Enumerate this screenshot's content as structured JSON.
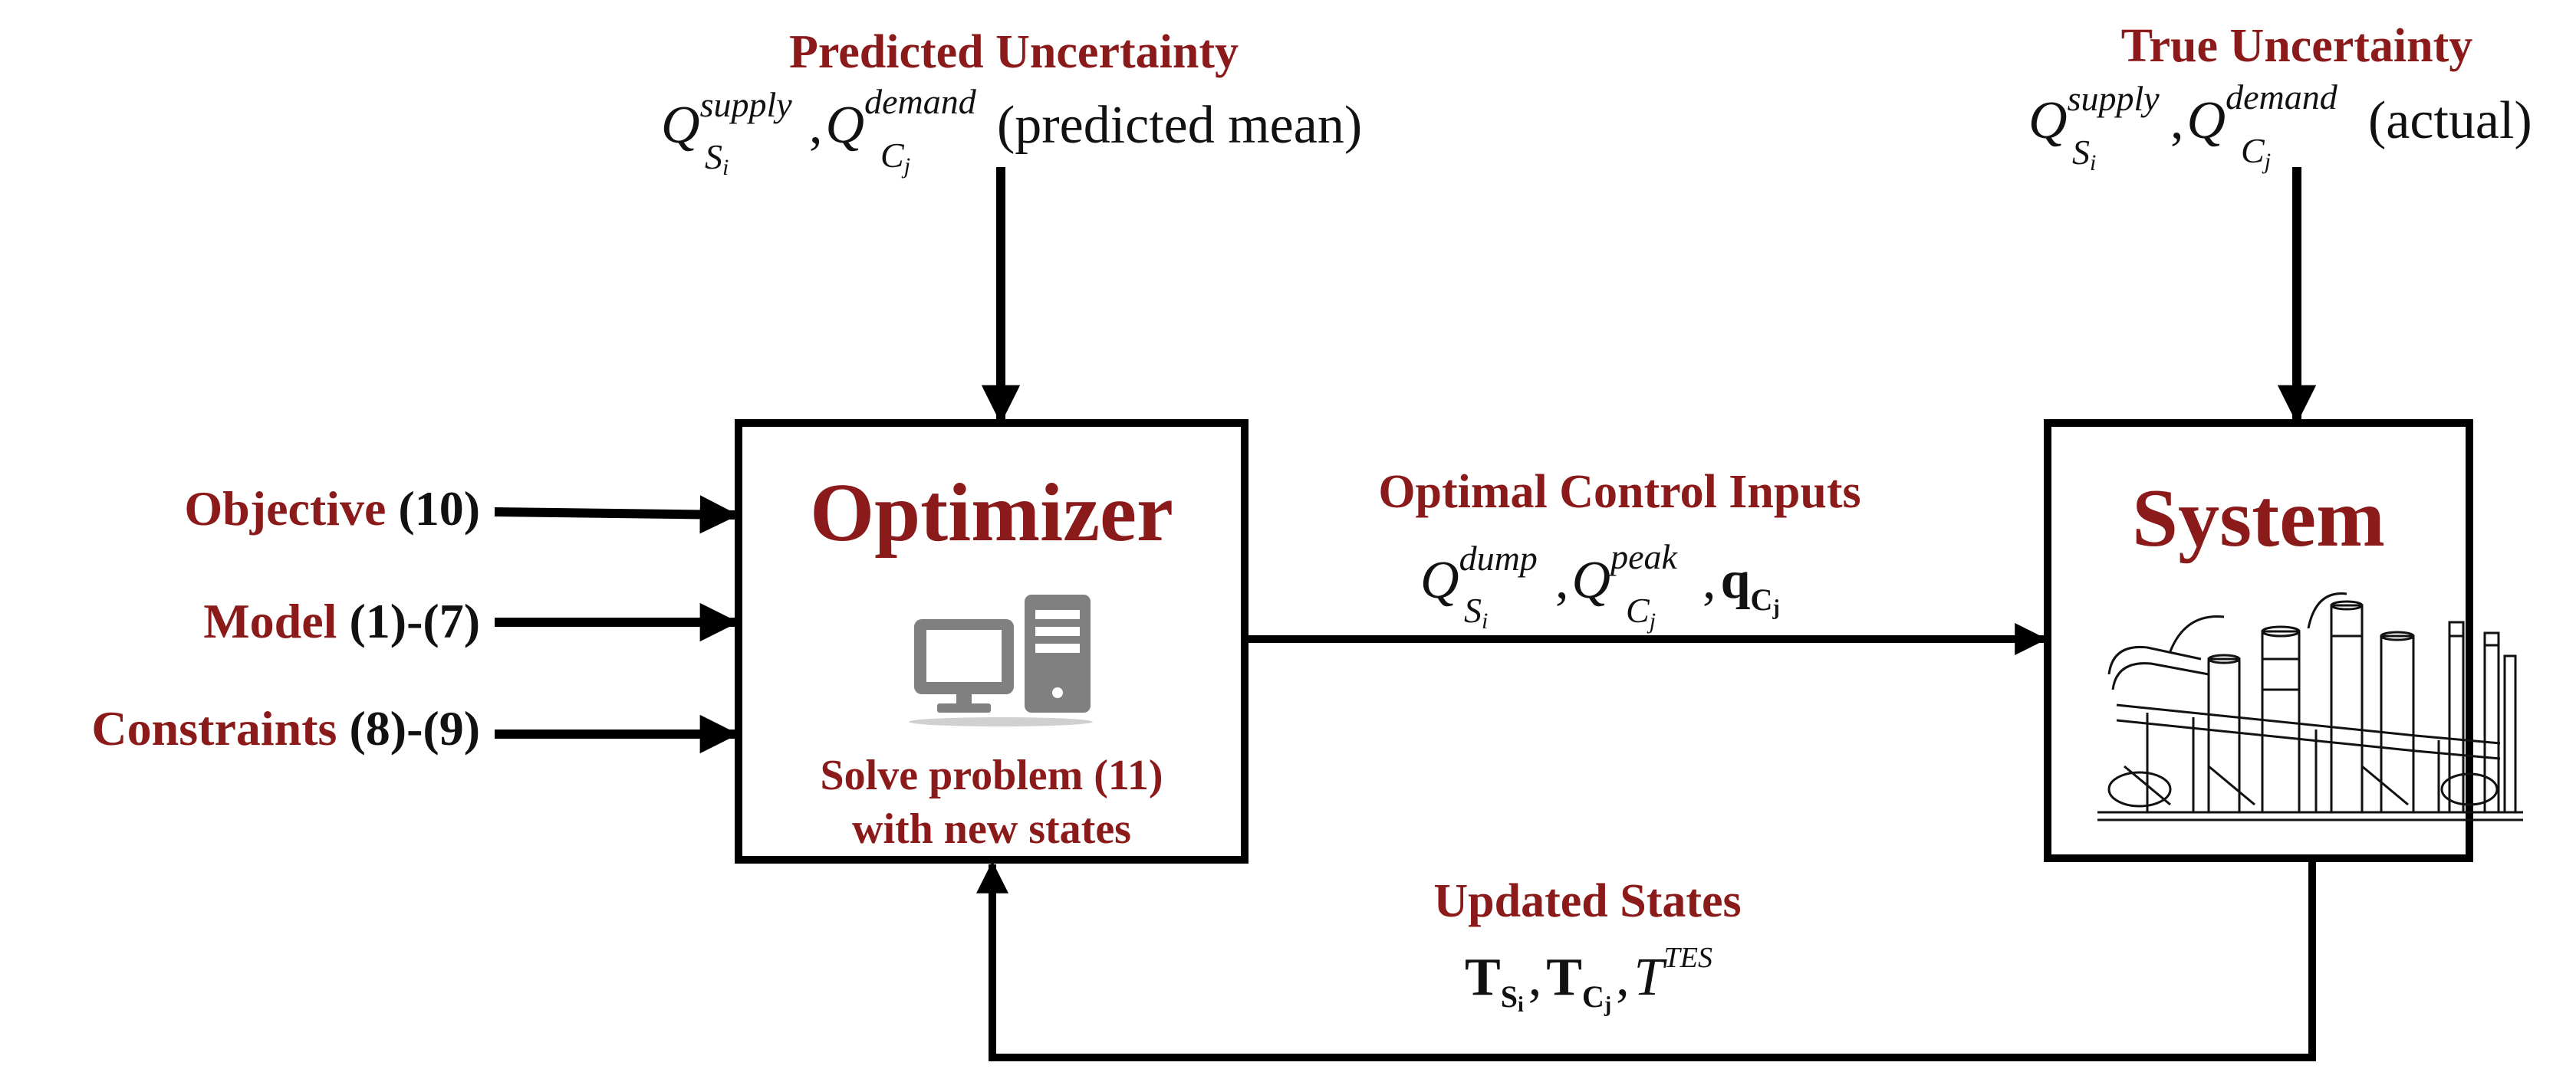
{
  "colors": {
    "accent": "#8B1A1A",
    "line": "#000000",
    "icon_gray": "#808080"
  },
  "predicted": {
    "title": "Predicted Uncertainty",
    "q": "Q",
    "sup1": "supply",
    "sub1_base": "S",
    "sub1_idx": "i",
    "comma": ",",
    "sup2": "demand",
    "sub2_base": "C",
    "sub2_idx": "j",
    "paren": "(predicted mean)"
  },
  "true": {
    "title": "True Uncertainty",
    "q": "Q",
    "sup1": "supply",
    "sub1_base": "S",
    "sub1_idx": "i",
    "comma": ",",
    "sup2": "demand",
    "sub2_base": "C",
    "sub2_idx": "j",
    "paren": "(actual)"
  },
  "inputs": [
    {
      "label": "Objective",
      "ref": "(10)"
    },
    {
      "label": "Model",
      "ref": "(1)-(7)"
    },
    {
      "label": "Constraints",
      "ref": "(8)-(9)"
    }
  ],
  "optimizer": {
    "title": "Optimizer",
    "icon": "computer-icon",
    "line1": "Solve problem (11)",
    "line2": "with new states"
  },
  "control": {
    "title": "Optimal Control Inputs",
    "q": "Q",
    "sup1": "dump",
    "sub1_base": "S",
    "sub1_idx": "i",
    "comma": ",",
    "sup2": "peak",
    "sub2_base": "C",
    "sub2_idx": "j",
    "comma2": ",",
    "bold_q": "q",
    "bold_sub_base": "C",
    "bold_sub_idx": "j"
  },
  "system": {
    "title": "System",
    "icon": "industrial-plant-icon"
  },
  "updated": {
    "title": "Updated States",
    "t1": "T",
    "t1_sub_base": "S",
    "t1_sub_idx": "i",
    "comma": ",",
    "t2": "T",
    "t2_sub_base": "C",
    "t2_sub_idx": "j",
    "comma2": ",",
    "t3": "T",
    "t3_sup": "TES"
  }
}
